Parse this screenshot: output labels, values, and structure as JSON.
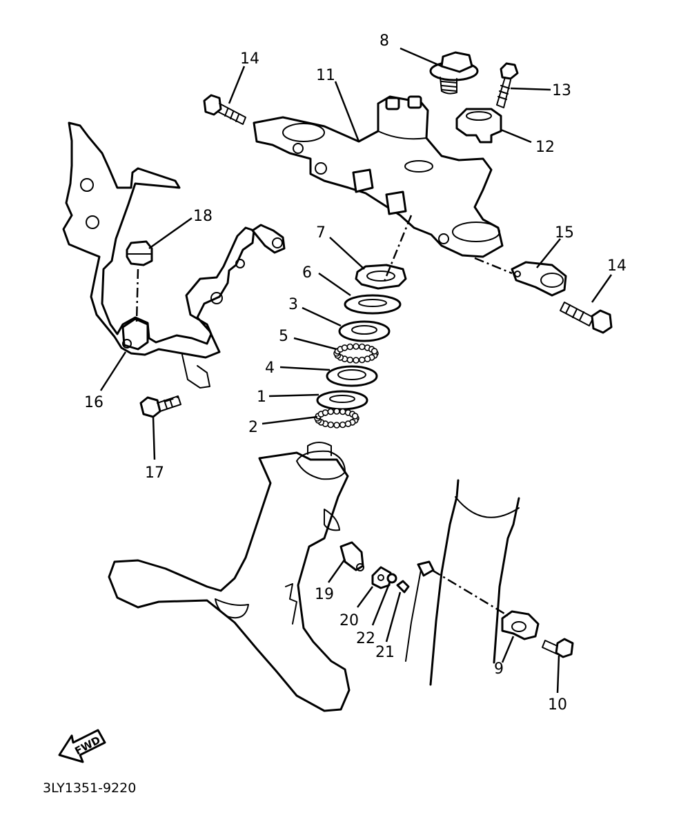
{
  "diagram": {
    "callouts": [
      {
        "key": "p1",
        "label": "1"
      },
      {
        "key": "p2",
        "label": "2"
      },
      {
        "key": "p3",
        "label": "3"
      },
      {
        "key": "p4",
        "label": "4"
      },
      {
        "key": "p5",
        "label": "5"
      },
      {
        "key": "p6",
        "label": "6"
      },
      {
        "key": "p7",
        "label": "7"
      },
      {
        "key": "p8",
        "label": "8"
      },
      {
        "key": "p9",
        "label": "9"
      },
      {
        "key": "p10",
        "label": "10"
      },
      {
        "key": "p11",
        "label": "11"
      },
      {
        "key": "p12",
        "label": "12"
      },
      {
        "key": "p13",
        "label": "13"
      },
      {
        "key": "p14a",
        "label": "14"
      },
      {
        "key": "p14b",
        "label": "14"
      },
      {
        "key": "p15",
        "label": "15"
      },
      {
        "key": "p16",
        "label": "16"
      },
      {
        "key": "p17",
        "label": "17"
      },
      {
        "key": "p18",
        "label": "18"
      },
      {
        "key": "p19",
        "label": "19"
      },
      {
        "key": "p20",
        "label": "20"
      },
      {
        "key": "p21",
        "label": "21"
      },
      {
        "key": "p22",
        "label": "22"
      }
    ],
    "direction_label": "FWD",
    "diagram_code": "3LY1351-9220"
  }
}
